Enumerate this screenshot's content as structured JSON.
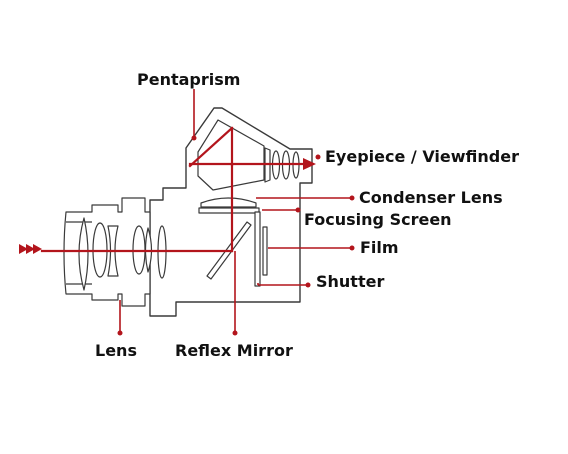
{
  "labels": {
    "pentaprism": "Pentaprism",
    "eyepiece": "Eyepiece / Viewfinder",
    "condenser": "Condenser Lens",
    "focusing": "Focusing Screen",
    "film": "Film",
    "shutter": "Shutter",
    "lens": "Lens",
    "reflex_mirror": "Reflex Mirror"
  },
  "colors": {
    "accent": "#b3151c",
    "outline": "#3a3a3a",
    "text": "#111111",
    "background": "#ffffff"
  }
}
